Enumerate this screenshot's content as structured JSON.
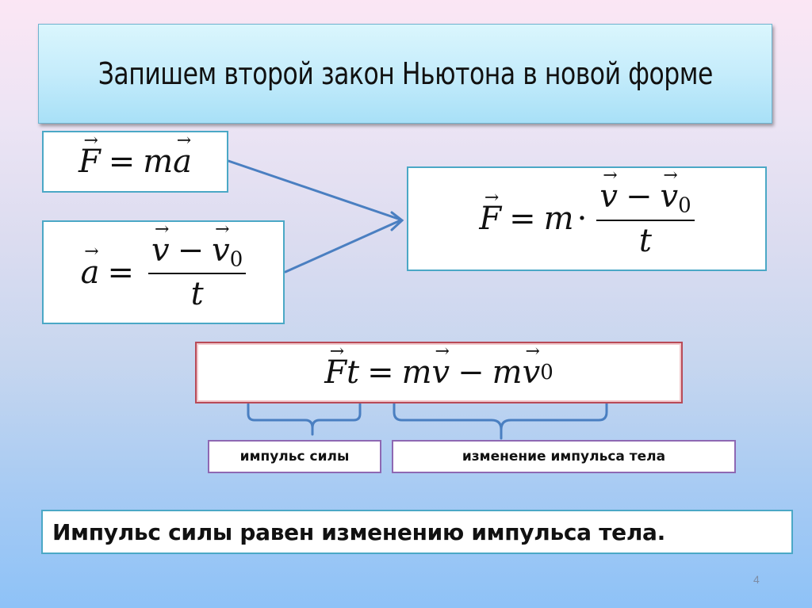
{
  "slide": {
    "title": "Запишем второй закон Ньютона в новой форме",
    "page_number": "4"
  },
  "formulas": {
    "newton_second_law": {
      "lhs": "F",
      "eq": "=",
      "m": "m",
      "a": "a"
    },
    "acceleration": {
      "lhs": "a",
      "eq": "=",
      "v": "v",
      "minus": "−",
      "v0": "v",
      "sub0": "0",
      "t": "t"
    },
    "new_form": {
      "lhs": "F",
      "eq": "=",
      "m": "m",
      "dot": "·",
      "v": "v",
      "minus": "−",
      "v0": "v",
      "sub0": "0",
      "t": "t"
    },
    "impulse": {
      "F": "F",
      "t": "t",
      "eq": "=",
      "m1": "m",
      "v": "v",
      "minus": "−",
      "m2": "m",
      "v0": "v",
      "sub0": "0"
    }
  },
  "labels": {
    "force_impulse": "импульс силы",
    "momentum_change": "изменение импульса тела"
  },
  "conclusion": "Импульс силы равен изменению импульса тела.",
  "colors": {
    "arrow": "#4a7fc1",
    "brace": "#4a7fc1",
    "formula_border": "#4ba8c6",
    "impulse_border": "#b84a57",
    "label_border": "#8e68b3"
  }
}
